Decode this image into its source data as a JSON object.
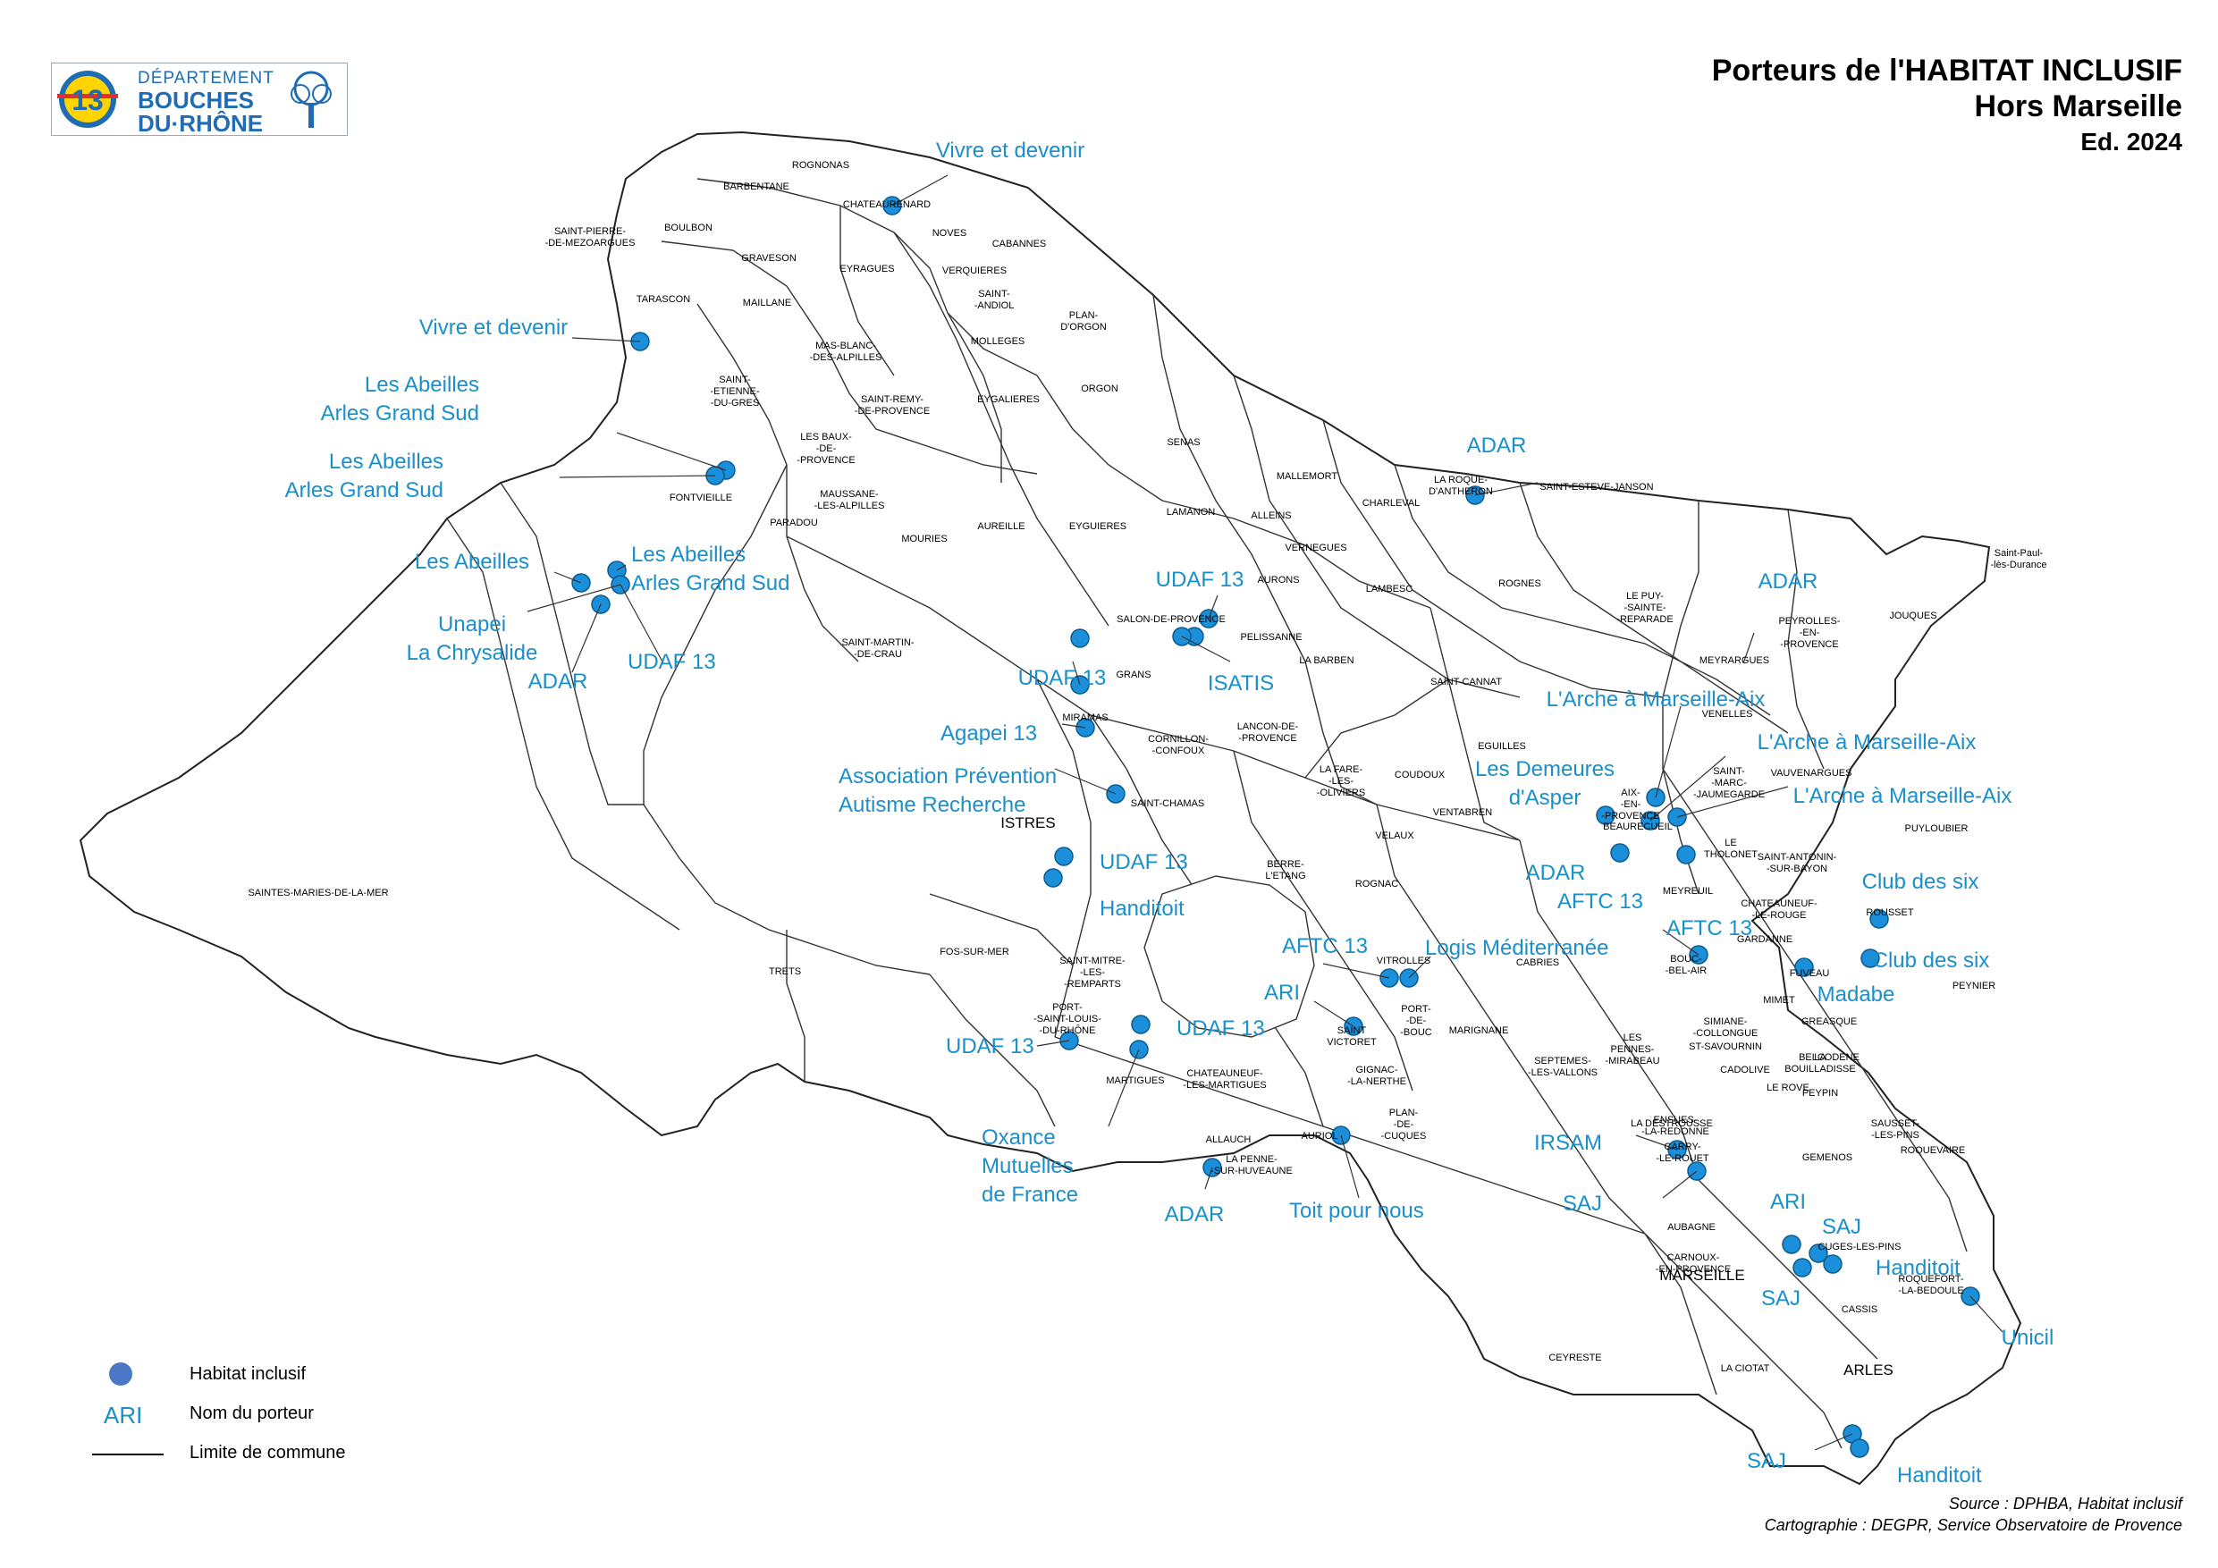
{
  "title": {
    "line1": "Porteurs de l'HABITAT INCLUSIF",
    "line2": "Hors Marseille",
    "line3": "Ed. 2024"
  },
  "logo": {
    "department": "DÉPARTEMENT",
    "name_line1": "BOUCHES",
    "name_line2": "DU·RHÔNE",
    "emblem": "13"
  },
  "legend": {
    "habitat": "Habitat inclusif",
    "porteur_sample": "ARI",
    "porteur": "Nom du porteur",
    "limit": "Limite de commune"
  },
  "source": {
    "line1": "Source : DPHBA, Habitat inclusif",
    "line2": "Cartographie : DEGPR, Service Observatoire de Provence"
  },
  "colors": {
    "dot": "#1b8fd9",
    "label": "#1b8fc9",
    "boundary": "#222222"
  },
  "communes": [
    "ROGNONAS",
    "BARBENTANE",
    "CHATEAURENARD",
    "SAINT-PIERRE-\n-DE-MEZOARGUES",
    "BOULBON",
    "NOVES",
    "CABANNES",
    "GRAVESON",
    "EYRAGUES",
    "VERQUIERES",
    "TARASCON",
    "MAILLANE",
    "SAINT-\n-ANDIOL",
    "PLAN-\nD'ORGON",
    "MAS-BLANC-\n-DES-ALPILLES",
    "MOLLEGES",
    "SAINT-\n-ETIENNE-\n-DU-GRES",
    "SAINT-REMY-\n-DE-PROVENCE",
    "EYGALIERES",
    "ORGON",
    "LES BAUX-\n-DE-\n-PROVENCE",
    "SENAS",
    "MALLEMORT",
    "FONTVIEILLE",
    "MAUSSANE-\n-LES-ALPILLES",
    "LA ROQUE-\nD'ANTHERON",
    "SAINT-ESTEVE-JANSON",
    "CHARLEVAL",
    "LAMANON",
    "ALLEINS",
    "PARADOU",
    "MOURIES",
    "AUREILLE",
    "EYGUIERES",
    "VERNEGUES",
    "Saint-Paul-\n-lès-Durance",
    "AURONS",
    "LAMBESC",
    "ROGNES",
    "LE PUY-\n-SAINTE-\n-REPARADE",
    "JOUQUES",
    "SALON-DE-PROVENCE",
    "PEYROLLES-\n-EN-\n-PROVENCE",
    "SAINT-MARTIN-\n-DE-CRAU",
    "PELISSANNE",
    "LA BARBEN",
    "MEYRARGUES",
    "GRANS",
    "SAINT-CANNAT",
    "VENELLES",
    "MIRAMAS",
    "CORNILLON-\n-CONFOUX",
    "LANCON-DE-\n-PROVENCE",
    "EGUILLES",
    "VAUVENARGUES",
    "SAINT-\n-MARC-\n-JAUMEGARDE",
    "LA FARE-\n-LES-\n-OLIVIERS",
    "COUDOUX",
    "SAINT-CHAMAS",
    "VENTABREN",
    "AIX-\n-EN-\n-PROVENCE",
    "BEAURECUEIL",
    "PUYLOUBIER",
    "ISTRES",
    "VELAUX",
    "LE\nTHOLONET",
    "SAINT-ANTONIN-\n-SUR-BAYON",
    "SAINTES-MARIES-DE-LA-MER",
    "BERRE-\nL'ETANG",
    "ROGNAC",
    "MEYREUIL",
    "CHATEAUNEUF-\n-LE-ROUGE",
    "ROUSSET",
    "FOS-SUR-MER",
    "SAINT-MITRE-\n-LES-\n-REMPARTS",
    "VITROLLES",
    "CABRIES",
    "BOUC-\n-BEL-AIR",
    "GARDANNE",
    "FUVEAU",
    "PEYNIER",
    "TRETS",
    "PORT-\n-SAINT-LOUIS-\n-DU-RHÔNE",
    "PORT-\n-DE-\n-BOUC",
    "SAINT\nVICTORET",
    "MARIGNANE",
    "LES\nPENNES-\n-MIRABEAU",
    "SIMIANE-\n-COLLONGUE",
    "MIMET",
    "GREASQUE",
    "BELCODENE",
    "MARTIGUES",
    "CHATEAUNEUF-\n-LES-MARTIGUES",
    "GIGNAC-\n-LA-NERTHE",
    "SEPTEMES-\n-LES-VALLONS",
    "ST-SAVOURNIN",
    "CADOLIVE",
    "LA\nBOUILLADISSE",
    "PEYPIN",
    "LE ROVE",
    "PLAN-\n-DE-\n-CUQUES",
    "LA DESTROUSSE",
    "SAUSSET-\n-LES-PINS",
    "ENSUES-\n-LA-REDONNE",
    "ALLAUCH",
    "AURIOL",
    "CARRY-\n-LE-ROUET",
    "ROQUEVAIRE",
    "LA PENNE-\n-SUR-HUVEAUNE",
    "GEMENOS",
    "AUBAGNE",
    "CUGES-LES-PINS",
    "CARNOUX-\n-EN-PROVENCE",
    "ROQUEFORT-\n-LA-BEDOULE",
    "MARSEILLE",
    "CASSIS",
    "CEYRESTE",
    "LA CIOTAT",
    "ARLES"
  ],
  "porteurs": [
    "Vivre et devenir",
    "Vivre et devenir",
    "Les Abeilles\nArles Grand Sud",
    "Les Abeilles\nArles Grand Sud",
    "Les Abeilles",
    "Les Abeilles\nArles Grand Sud",
    "Unapei\nLa Chrysalide",
    "ADAR",
    "UDAF 13",
    "ADAR",
    "UDAF 13",
    "ISATIS",
    "ADAR",
    "UDAF 13",
    "Agapei 13",
    "Association Prévention\nAutisme Recherche",
    "L'Arche à Marseille-Aix",
    "L'Arche à Marseille-Aix",
    "Les Demeures\nd'Asper",
    "L'Arche à Marseille-Aix",
    "UDAF 13",
    "Handitoit",
    "ADAR",
    "AFTC 13",
    "AFTC 13",
    "Club des six",
    "AFTC 13",
    "Logis Méditerranée",
    "Club des six",
    "Madabe",
    "ARI",
    "UDAF 13",
    "UDAF 13",
    "Oxance\nMutuelles\nde France",
    "IRSAM",
    "SAJ",
    "ADAR",
    "Toit pour nous",
    "ARI",
    "SAJ",
    "Handitoit",
    "SAJ",
    "Unicil",
    "SAJ",
    "Handitoit"
  ]
}
